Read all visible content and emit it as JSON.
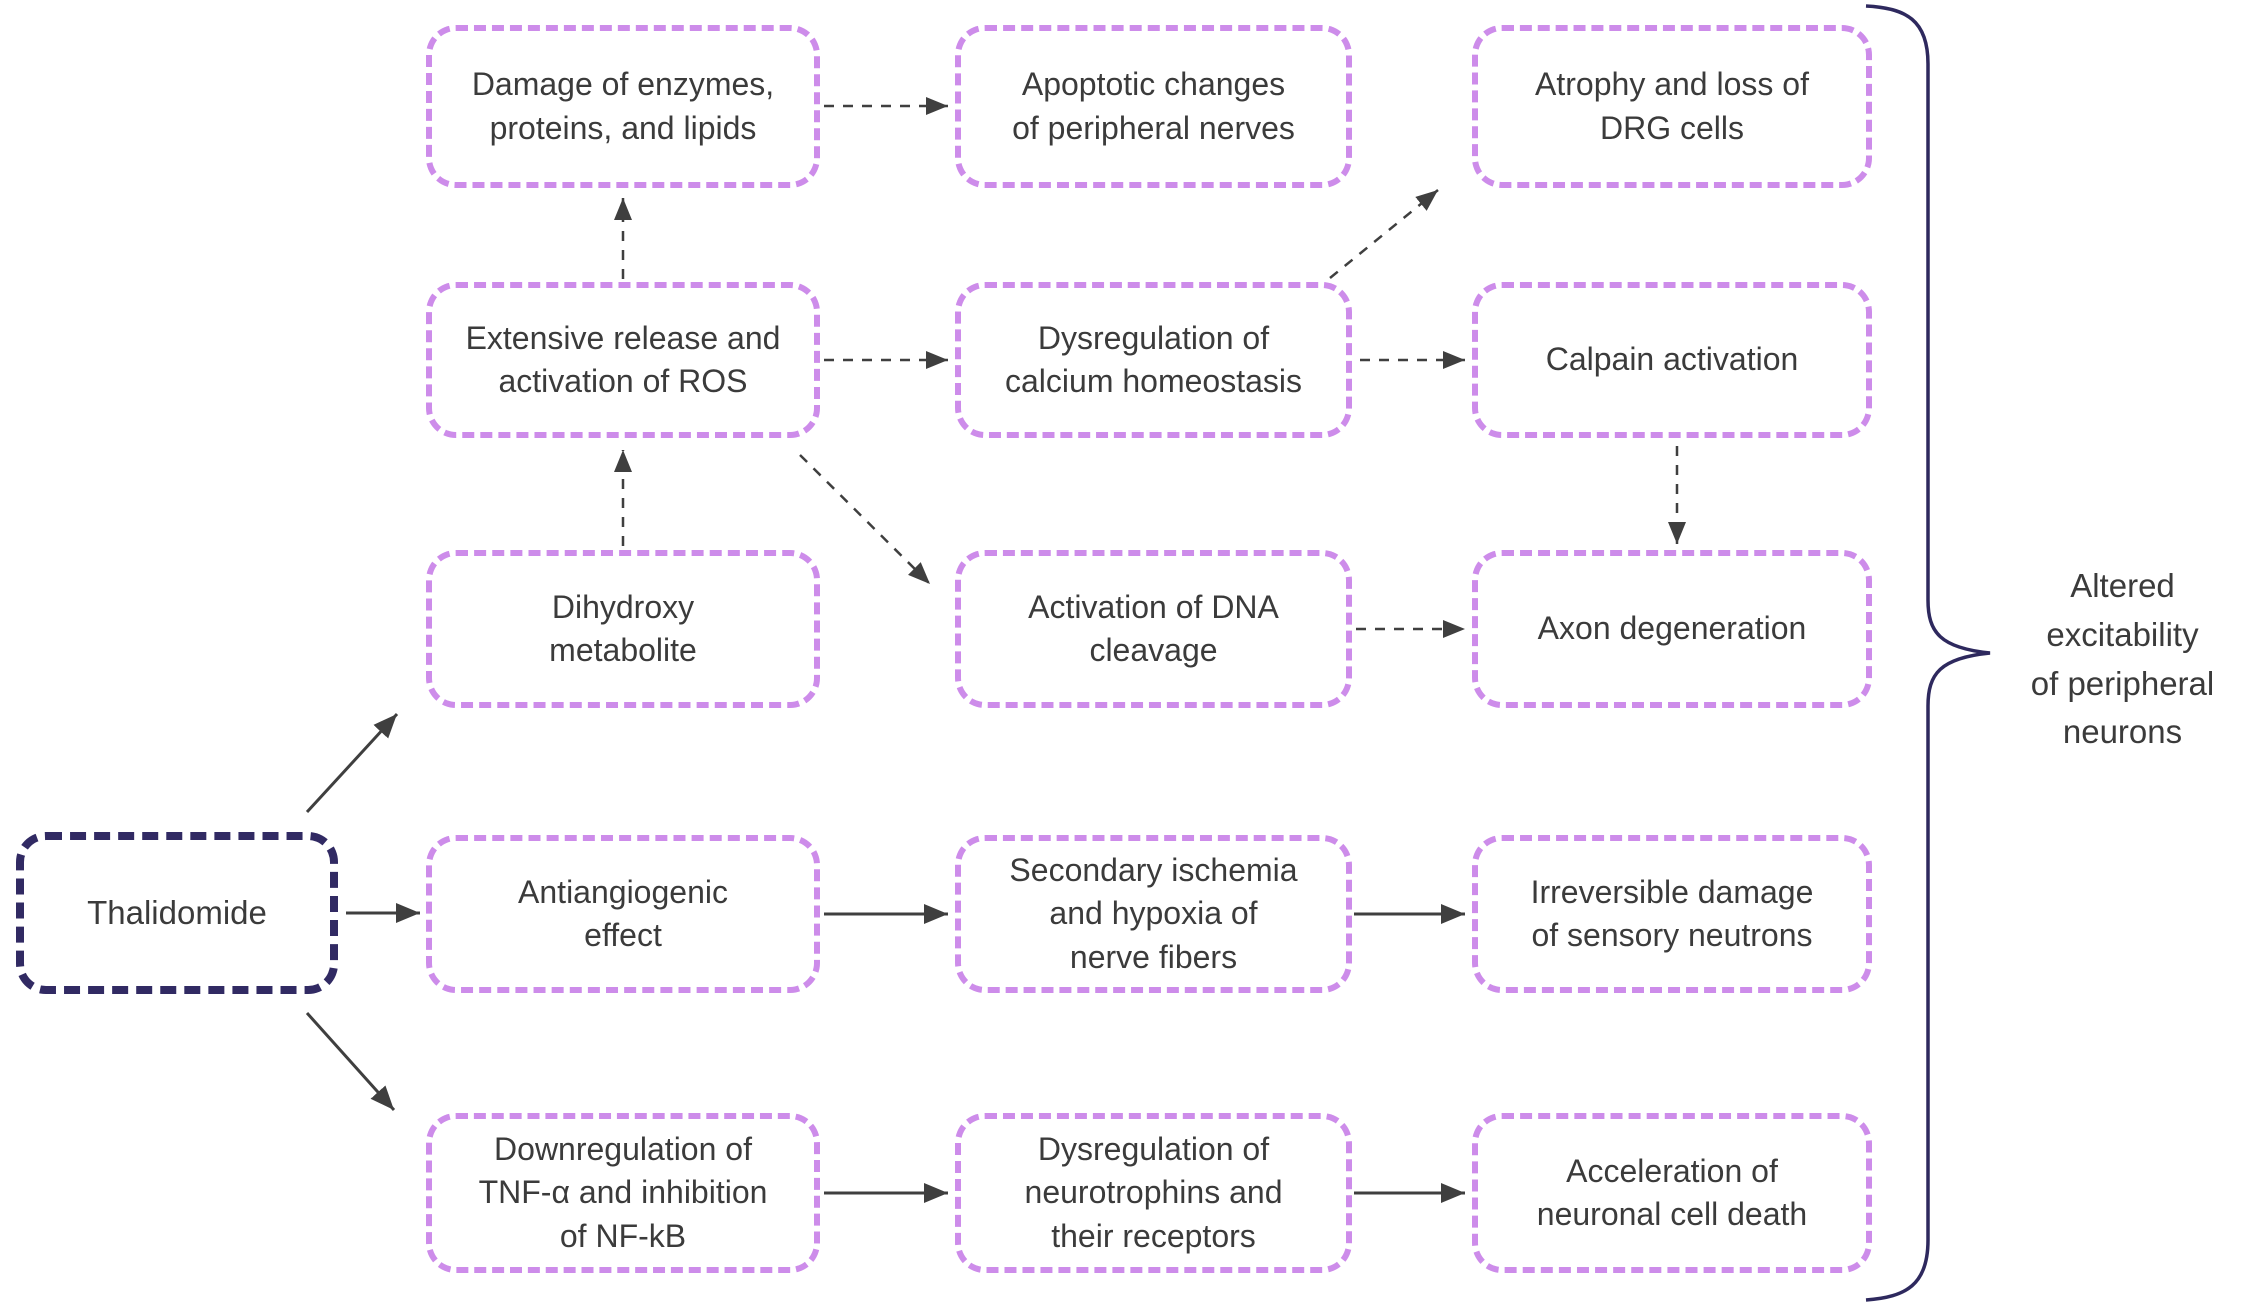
{
  "diagram": {
    "title": "Thalidomide peripheral neuropathy mechanism flowchart",
    "colors": {
      "box_border_light": "#cd8cea",
      "box_border_dark": "#312a63",
      "text": "#3b3b3b",
      "arrow": "#3f3f3f",
      "brace": "#2e295e",
      "background": "#ffffff"
    },
    "nodes": {
      "thalidomide": {
        "label": "Thalidomide"
      },
      "damage_enzymes": {
        "label": "Damage of enzymes,\nproteins, and lipids"
      },
      "ros": {
        "label": "Extensive release and\nactivation of ROS"
      },
      "dihydroxy": {
        "label": "Dihydroxy\nmetabolite"
      },
      "antiangiogenic": {
        "label": "Antiangiogenic\neffect"
      },
      "downregulation": {
        "label": "Downregulation of\nTNF-α and inhibition\nof NF-kB"
      },
      "apoptotic": {
        "label": "Apoptotic changes\nof peripheral nerves"
      },
      "calcium": {
        "label": "Dysregulation of\ncalcium homeostasis"
      },
      "dna_cleavage": {
        "label": "Activation of DNA\ncleavage"
      },
      "ischemia": {
        "label": "Secondary ischemia\nand hypoxia of\nnerve fibers"
      },
      "neurotrophins": {
        "label": "Dysregulation of\nneurotrophins and\ntheir receptors"
      },
      "atrophy": {
        "label": "Atrophy and loss of\nDRG cells"
      },
      "calpain": {
        "label": "Calpain activation"
      },
      "axon": {
        "label": "Axon degeneration"
      },
      "irreversible": {
        "label": "Irreversible damage\nof sensory neutrons"
      },
      "acceleration": {
        "label": "Acceleration of\nneuronal cell death"
      }
    },
    "edges": [
      {
        "from": "thalidomide",
        "to": "dihydroxy",
        "style": "solid"
      },
      {
        "from": "thalidomide",
        "to": "antiangiogenic",
        "style": "solid"
      },
      {
        "from": "thalidomide",
        "to": "downregulation",
        "style": "solid"
      },
      {
        "from": "dihydroxy",
        "to": "ros",
        "style": "dashed"
      },
      {
        "from": "ros",
        "to": "damage_enzymes",
        "style": "dashed"
      },
      {
        "from": "damage_enzymes",
        "to": "apoptotic",
        "style": "dashed"
      },
      {
        "from": "ros",
        "to": "calcium",
        "style": "dashed"
      },
      {
        "from": "ros",
        "to": "dna_cleavage",
        "style": "dashed"
      },
      {
        "from": "calcium",
        "to": "atrophy",
        "style": "dashed"
      },
      {
        "from": "calcium",
        "to": "calpain",
        "style": "dashed"
      },
      {
        "from": "calpain",
        "to": "axon",
        "style": "dashed"
      },
      {
        "from": "dna_cleavage",
        "to": "axon",
        "style": "dashed"
      },
      {
        "from": "antiangiogenic",
        "to": "ischemia",
        "style": "solid"
      },
      {
        "from": "ischemia",
        "to": "irreversible",
        "style": "solid"
      },
      {
        "from": "downregulation",
        "to": "neurotrophins",
        "style": "solid"
      },
      {
        "from": "neurotrophins",
        "to": "acceleration",
        "style": "solid"
      }
    ],
    "outcome": {
      "label": "Altered\nexcitability\nof peripheral\nneurons"
    }
  }
}
